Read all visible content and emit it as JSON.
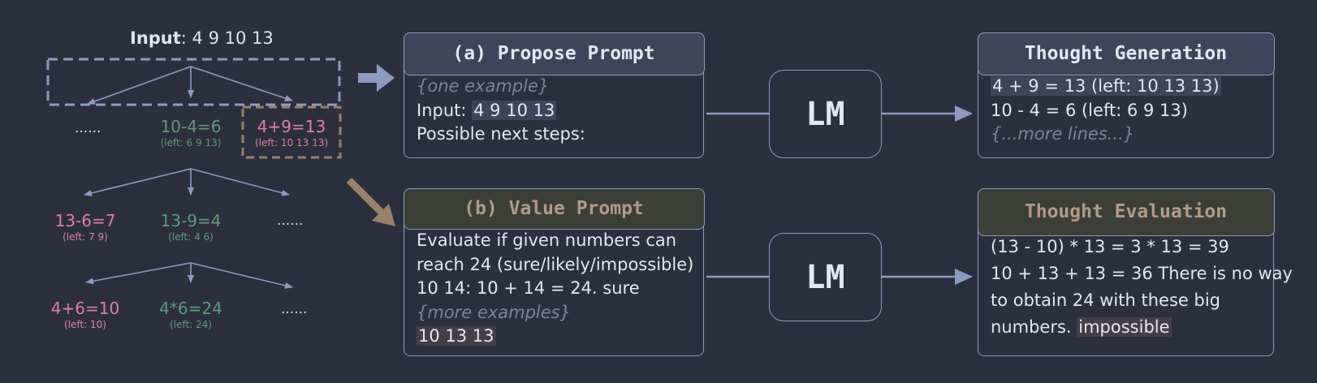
{
  "tree": {
    "input_label": "Input",
    "input_value": ": 4 9 10 13",
    "level1": [
      {
        "dots": "......"
      },
      {
        "value": "10-4=6",
        "left": "(left: 6 9 13)",
        "color": "#5f9a7a"
      },
      {
        "value": "4+9=13",
        "left": "(left: 10 13 13)",
        "color": "#e07da6"
      }
    ],
    "level2": [
      {
        "value": "13-6=7",
        "left": "(left: 7 9)",
        "color": "#e07da6"
      },
      {
        "value": "13-9=4",
        "left": "(left: 4 6)",
        "color": "#5f9a7a"
      },
      {
        "dots": "......"
      }
    ],
    "level3": [
      {
        "value": "4+6=10",
        "left": "(left: 10)",
        "color": "#e07da6"
      },
      {
        "value": "4*6=24",
        "left": "(left: 24)",
        "color": "#5f9a7a"
      },
      {
        "dots": "......"
      }
    ]
  },
  "propose": {
    "title": "(a) Propose Prompt",
    "lines": [
      "{one example}",
      "Input: ",
      "4 9 10 13",
      "Possible next steps:"
    ]
  },
  "value": {
    "title": "(b) Value Prompt",
    "lines": [
      "Evaluate if given numbers can",
      "reach 24 (sure/likely/impossible)",
      "10 14: 10 + 14 = 24. sure",
      "{more examples}",
      "10 13 13"
    ]
  },
  "lm_label": "LM",
  "generation": {
    "title": "Thought Generation",
    "lines": [
      "4 + 9 = 13 (left: 10 13 13)",
      "10 - 4 = 6 (left: 6 9 13)",
      "{...more lines...}"
    ]
  },
  "evaluation": {
    "title": "Thought Evaluation",
    "lines": [
      "(13 - 10) * 13 = 3 * 13 = 39",
      "10 + 13 + 13 = 36 There is no way",
      "to obtain 24 with these big",
      "numbers. ",
      "impossible"
    ]
  },
  "colors": {
    "background": "#2c303e",
    "line": "#8e9ac2",
    "pink": "#e07da6",
    "green": "#5f9a7a",
    "brown": "#9a7f6a",
    "header_blue": "#3e4459",
    "header_brown": "#3c3f38"
  }
}
